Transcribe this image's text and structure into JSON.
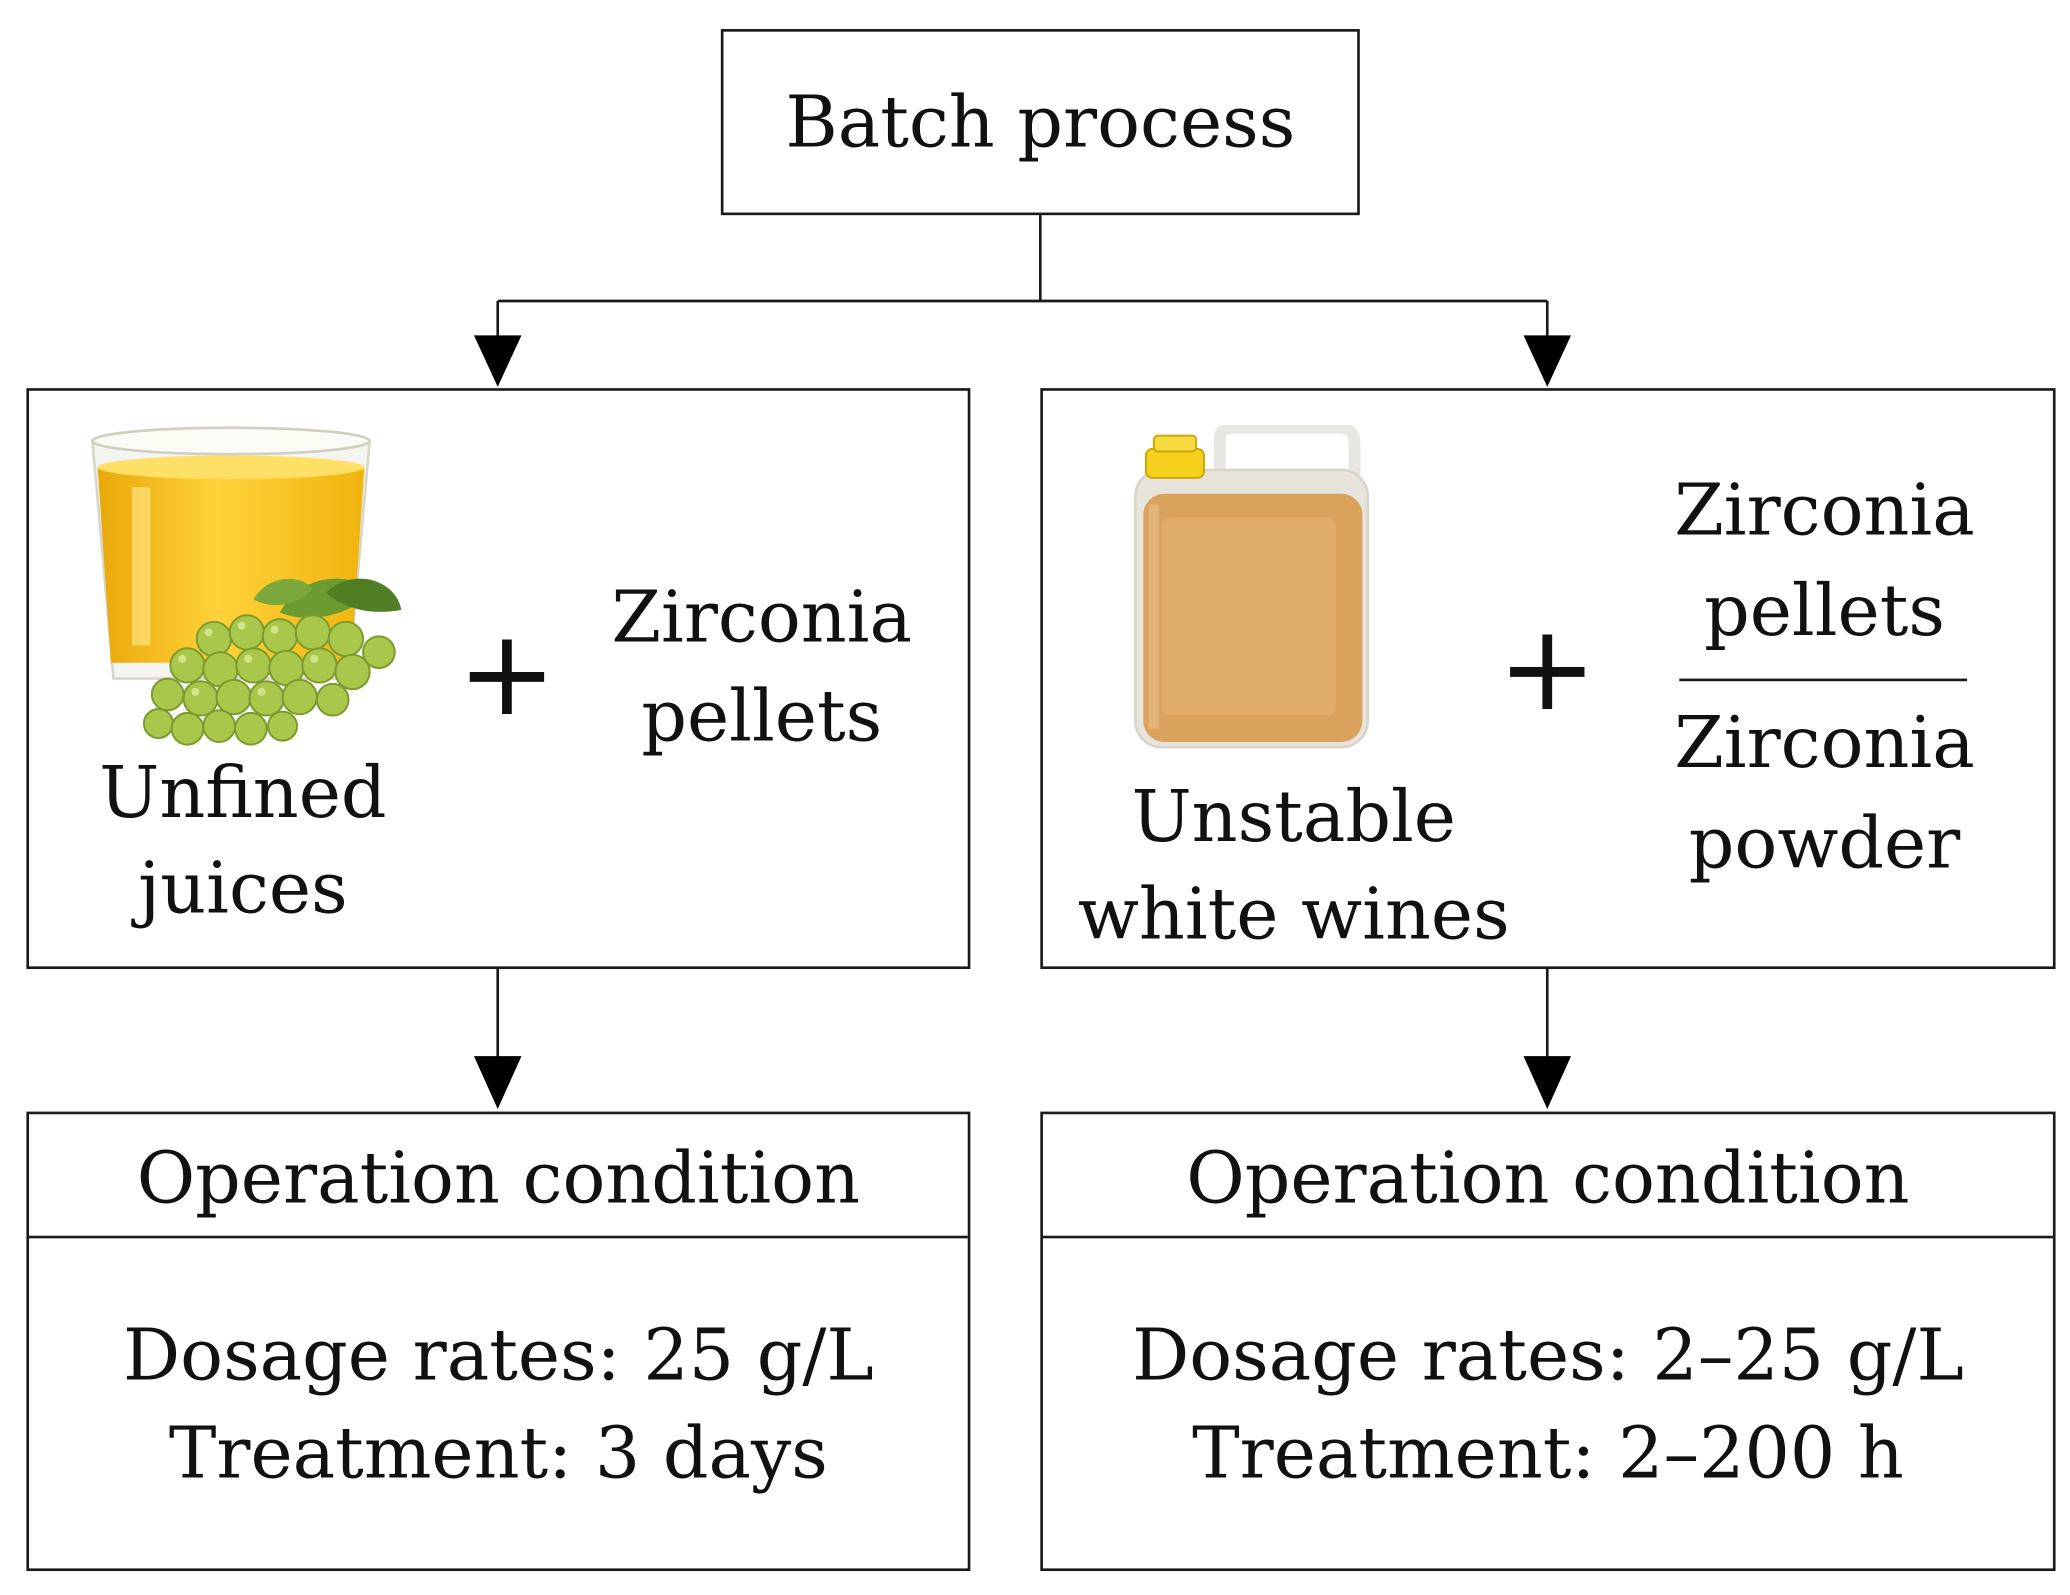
{
  "top_box": {
    "title": "Batch process"
  },
  "left_branch": {
    "ingredient_label_line1": "Unfined",
    "ingredient_label_line2": "juices",
    "ingredient_image": "glass-of-juice-with-grapes",
    "plus_sign": "+",
    "agent_line1": "Zirconia",
    "agent_line2": "pellets",
    "condition_header": "Operation condition",
    "dosage": "Dosage rates: 25 g/L",
    "treatment": "Treatment: 3 days"
  },
  "right_branch": {
    "ingredient_label_line1": "Unstable",
    "ingredient_label_line2": "white wines",
    "ingredient_image": "plastic-jerrycan-of-wine",
    "plus_sign": "+",
    "agent_a_line1": "Zirconia",
    "agent_a_line2": "pellets",
    "agent_b_line1": "Zirconia",
    "agent_b_line2": "powder",
    "condition_header": "Operation condition",
    "dosage": "Dosage rates: 2–25 g/L",
    "treatment": "Treatment: 2–200 h"
  },
  "colors": {
    "line": "#1a1a1a",
    "juice": "#f2b90f",
    "grape": "#a9c84a",
    "leaf": "#5f8f2a",
    "wine": "#d8a25e",
    "cap": "#f6d21c"
  }
}
